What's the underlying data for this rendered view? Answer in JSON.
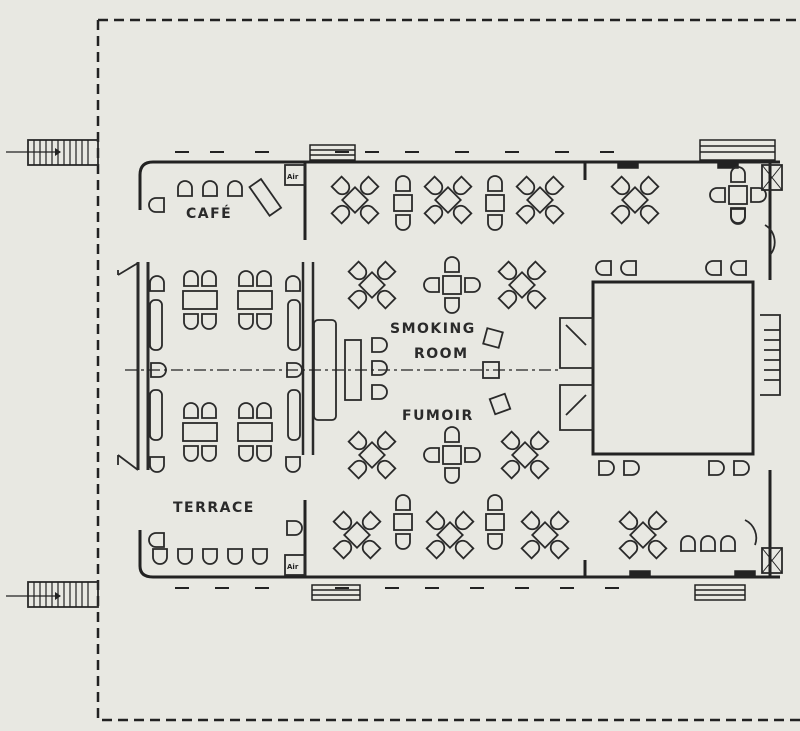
{
  "plan": {
    "labels": {
      "cafe": "CAFÉ",
      "smoking": "SMOKING",
      "room": "ROOM",
      "fumoir": "FUMOIR",
      "terrace": "TERRACE",
      "air_top": "Air",
      "air_bottom": "Air"
    },
    "colors": {
      "paper": "#e8e8e2",
      "ink": "#222222"
    }
  }
}
